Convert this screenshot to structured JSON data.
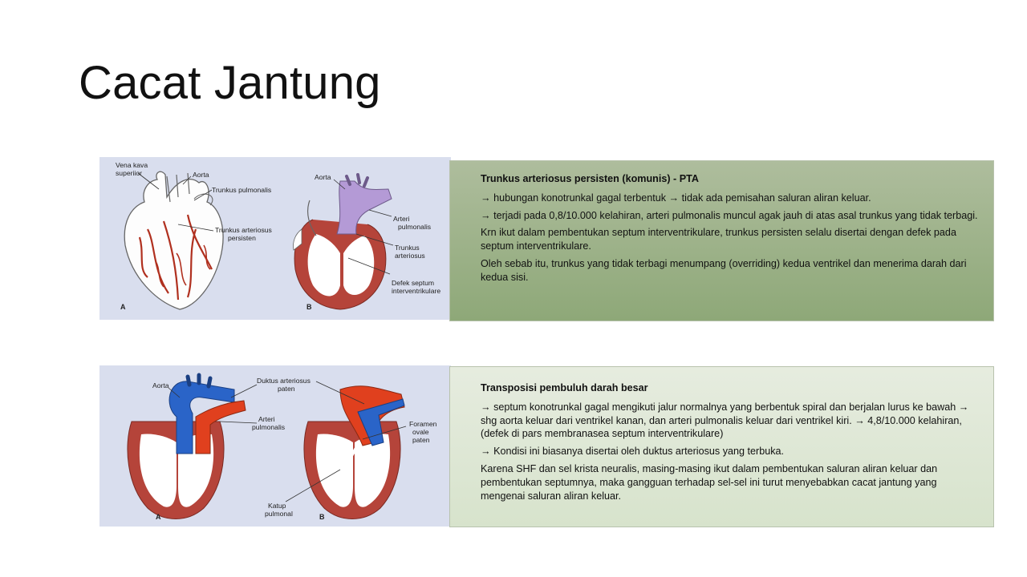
{
  "title": "Cacat Jantung",
  "sections": [
    {
      "heading": "Trunkus arteriosus persisten (komunis) - PTA",
      "paragraphs": [
        "→ hubungan konotrunkal  gagal terbentuk → tidak ada pemisahan saluran aliran keluar.",
        "→ terjadi pada 0,8/10.000 kelahiran, arteri pulmonalis muncul agak jauh di atas asal trunkus yang tidak terbagi.",
        "Krn ikut dalam pembentukan septum interventrikulare, trunkus persisten selalu disertai dengan defek pada septum interventrikulare.",
        "Oleh sebab itu, trunkus yang tidak terbagi menumpang (overriding) kedua ventrikel dan menerima darah dari kedua sisi."
      ],
      "figure_labels": {
        "vena_kava": "Vena kava",
        "superior": "superiior",
        "aorta_a": "Aorta",
        "trunkus_pulmonalis": "Trunkus pulmonalis",
        "trunkus_arteriosus_1": "Trunkus arteriosus",
        "trunkus_arteriosus_2": "persisten",
        "aorta_b": "Aorta",
        "arteri_1": "Arteri",
        "arteri_2": "pulmonalis",
        "trunkus_1": "Trunkus",
        "trunkus_2": "arteriosus",
        "defek_1": "Defek septum",
        "defek_2": "interventrikulare",
        "panel_a": "A",
        "panel_b": "B"
      }
    },
    {
      "heading": "Transposisi pembuluh darah besar",
      "paragraphs": [
        "→ septum konotrunkal gagal mengikuti jalur normalnya yang berbentuk spiral dan berjalan lurus ke bawah → shg aorta keluar dari ventrikel kanan, dan arteri pulmonalis keluar dari ventrikel kiri. → 4,8/10.000 kelahiran, (defek di pars membranasea septum interventrikulare)",
        "→ Kondisi ini biasanya disertai oleh duktus arteriosus yang terbuka.",
        "Karena SHF dan sel krista neuralis, masing-masing ikut dalam pembentukan saluran aliran keluar dan pembentukan septumnya, maka gangguan terhadap sel-sel ini turut menyebabkan cacat jantung yang mengenai saluran aliran keluar."
      ],
      "figure_labels": {
        "aorta": "Aorta",
        "duktus_1": "Duktus arteriosus",
        "duktus_2": "paten",
        "arteri_1": "Arteri",
        "arteri_2": "pulmonalis",
        "foramen_1": "Foramen",
        "foramen_2": "ovale",
        "foramen_3": "paten",
        "katup_1": "Katup",
        "katup_2": "pulmonal",
        "panel_a": "A",
        "panel_b": "B"
      }
    }
  ],
  "colors": {
    "figure_bg": "#d9deee",
    "panel_top": "#9bb286",
    "panel_bottom": "#e1e9d8",
    "myocardium": "#b5443a",
    "trunk_purple": "#b49ad6",
    "aorta_blue": "#2a64c8",
    "pulmonary_red": "#e0401e"
  }
}
